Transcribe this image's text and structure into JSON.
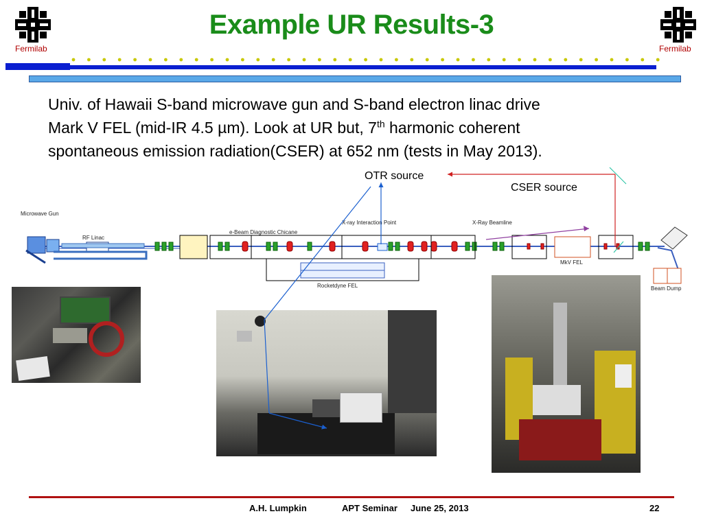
{
  "header": {
    "title": "Example UR Results-3",
    "logo_left_label": "Fermilab",
    "logo_right_label": "Fermilab"
  },
  "body": {
    "line1": "Univ. of Hawaii S-band microwave gun and S-band electron linac drive",
    "line2_a": "Mark V FEL (mid-IR 4.5 µm). Look at UR but, 7",
    "line2_sup": "th",
    "line2_b": " harmonic coherent",
    "line3": "spontaneous emission radiation(CSER) at 652 nm (tests in May 2013)."
  },
  "annotations": {
    "otr_source": "OTR source",
    "cser_source": "CSER source"
  },
  "diagram": {
    "microwave_gun": "Microwave Gun",
    "rf_linac": "RF Linac",
    "chicane": "e-Beam Diagnostic Chicane",
    "xray_ip": "X-ray Interaction Point",
    "xray_beamline": "X-Ray Beamline",
    "mkv_fel": "MkV FEL",
    "rocketdyne_fel": "Rocketdyne FEL",
    "beam_dump": "Beam Dump"
  },
  "footer": {
    "author": "A.H. Lumpkin",
    "seminar": "APT Seminar",
    "date": "June 25, 2013",
    "page": "22"
  },
  "colors": {
    "title_green": "#1a8c1a",
    "bar_blue": "#0a1fd0",
    "fermilab_red": "#b00000",
    "footer_red": "#b01010",
    "arrow_blue": "#1a5fcf",
    "arrow_red": "#d02020"
  }
}
